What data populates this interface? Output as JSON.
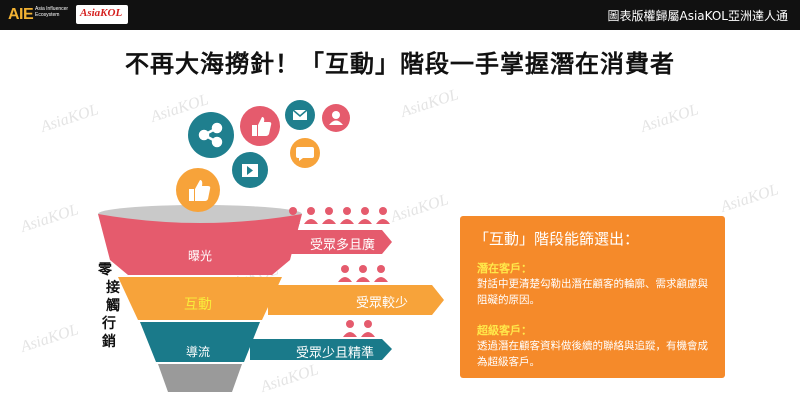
{
  "header": {
    "logo_aie": "AIE",
    "logo_aie_sub": "Asia Influencer Ecosystem",
    "logo_asiakol": "AsiaKOL",
    "copyright": "圖表版權歸屬AsiaKOL亞洲達人通"
  },
  "slide": {
    "title": "不再大海撈針！「互動」階段一手掌握潛在消費者",
    "watermark": "AsiaKOL",
    "vertical_label": [
      "零",
      "接",
      "觸",
      "行",
      "銷"
    ],
    "funnel": {
      "top": "曝光",
      "middle": "互動",
      "bottom": "導流"
    },
    "banners": {
      "top": "受眾多且廣",
      "middle": "受眾較少",
      "bottom": "受眾少且精準"
    },
    "callout": {
      "title": "「互動」階段能篩選出：",
      "potential_heading": "潛在客戶：",
      "potential_text": "對話中更清楚勾勒出潛在顧客的輪廓、需求顧慮與阻礙的原因。",
      "super_heading": "超級客戶：",
      "super_text": "透過潛在顧客資料做後續的聯絡與追蹤，有機會成為超級客戶。"
    },
    "icons": [
      "share-icon",
      "thumbs-up-icon",
      "mail-icon",
      "user-icon",
      "video-icon",
      "chat-icon",
      "thumbs-up-icon"
    ],
    "colors": {
      "red": "#e55b6d",
      "orange": "#f7a33a",
      "teal": "#1a7a8a",
      "accent": "#f58a2a"
    }
  }
}
